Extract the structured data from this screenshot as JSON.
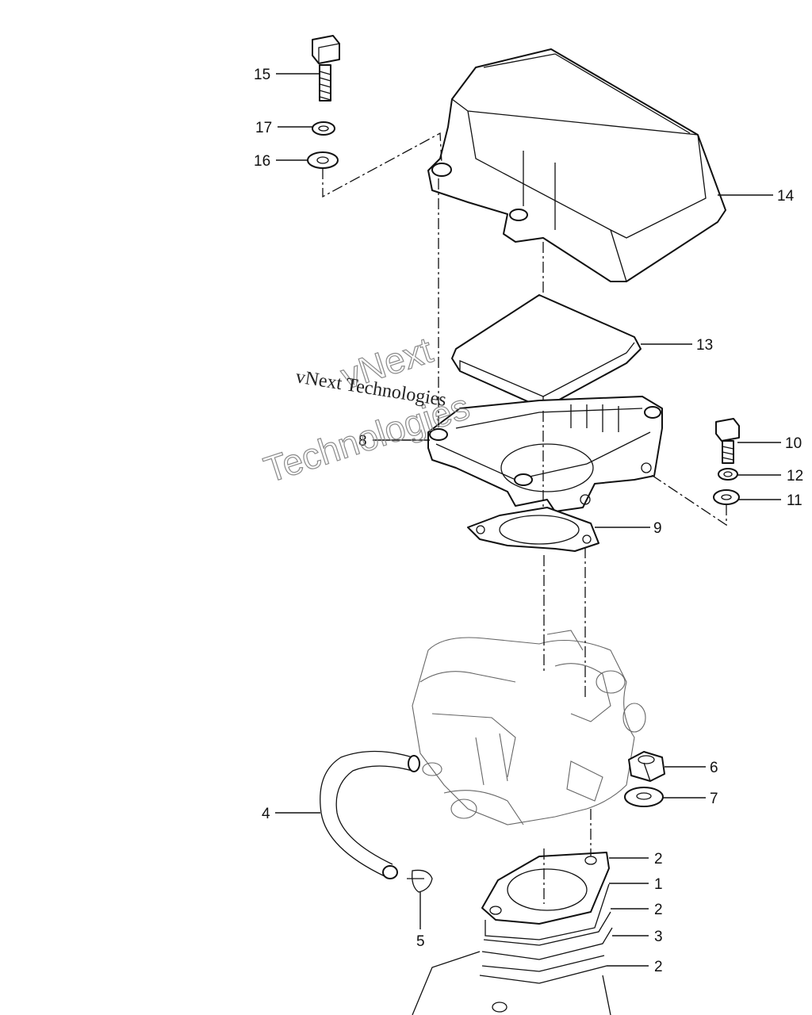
{
  "watermark": {
    "line1": "vNext",
    "line2": "Technologies",
    "caption": "vNext Technologies"
  },
  "callouts": {
    "p1": "1",
    "p2a": "2",
    "p2b": "2",
    "p2c": "2",
    "p3": "3",
    "p4": "4",
    "p5": "5",
    "p6": "6",
    "p7": "7",
    "p8": "8",
    "p9": "9",
    "p10": "10",
    "p11": "11",
    "p12": "12",
    "p13": "13",
    "p14": "14",
    "p15": "15",
    "p16": "16",
    "p17": "17"
  }
}
